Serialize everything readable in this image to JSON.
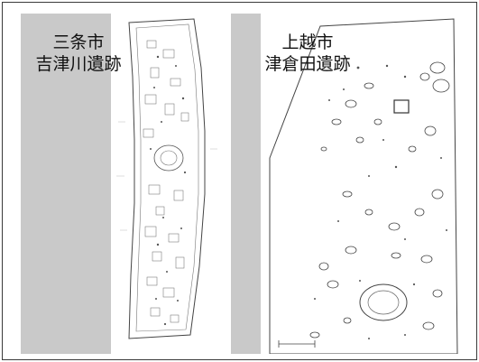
{
  "panels": [
    {
      "id": "sanjo",
      "city": "三条市",
      "site": "吉津川遺跡"
    },
    {
      "id": "joetsu",
      "city": "上越市",
      "site": "津倉田遺跡"
    }
  ],
  "colors": {
    "gutter": "#c9c9c9",
    "frame": "#3a3a3a",
    "linework": "#333333"
  }
}
